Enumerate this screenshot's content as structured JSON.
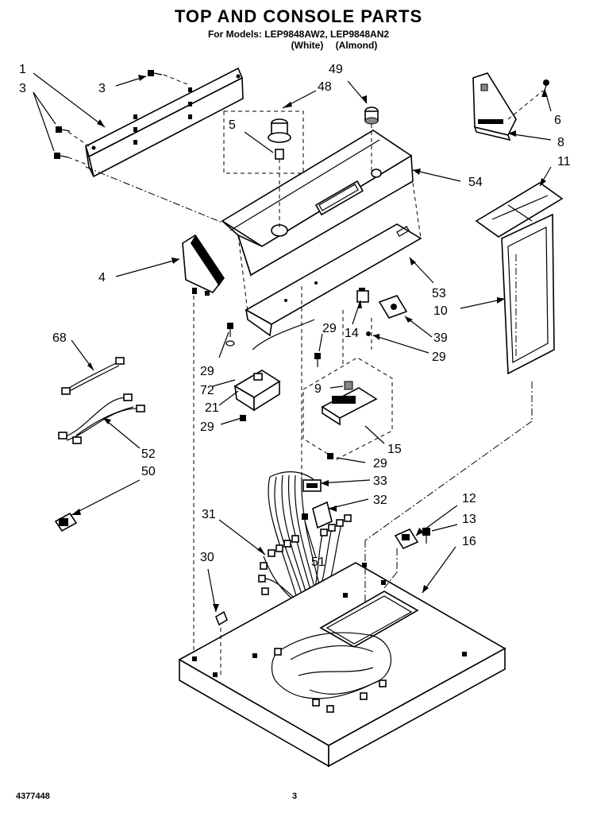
{
  "header": {
    "title": "TOP AND CONSOLE PARTS",
    "models_line": "For Models: LEP9848AW2, LEP9848AN2",
    "color_white": "(White)",
    "color_almond": "(Almond)"
  },
  "footer": {
    "doc_number": "4377448",
    "page_number": "3"
  },
  "callouts": {
    "c1": "1",
    "c3a": "3",
    "c3b": "3",
    "c4": "4",
    "c5": "5",
    "c6": "6",
    "c8": "8",
    "c9": "9",
    "c10": "10",
    "c11": "11",
    "c12": "12",
    "c13": "13",
    "c14": "14",
    "c15": "15",
    "c16": "16",
    "c21": "21",
    "c29a": "29",
    "c29b": "29",
    "c29c": "29",
    "c29d": "29",
    "c29e": "29",
    "c30": "30",
    "c31": "31",
    "c32": "32",
    "c33": "33",
    "c39": "39",
    "c48": "48",
    "c49": "49",
    "c50": "50",
    "c51": "51",
    "c52": "52",
    "c53": "53",
    "c54": "54",
    "c68": "68",
    "c72": "72"
  }
}
